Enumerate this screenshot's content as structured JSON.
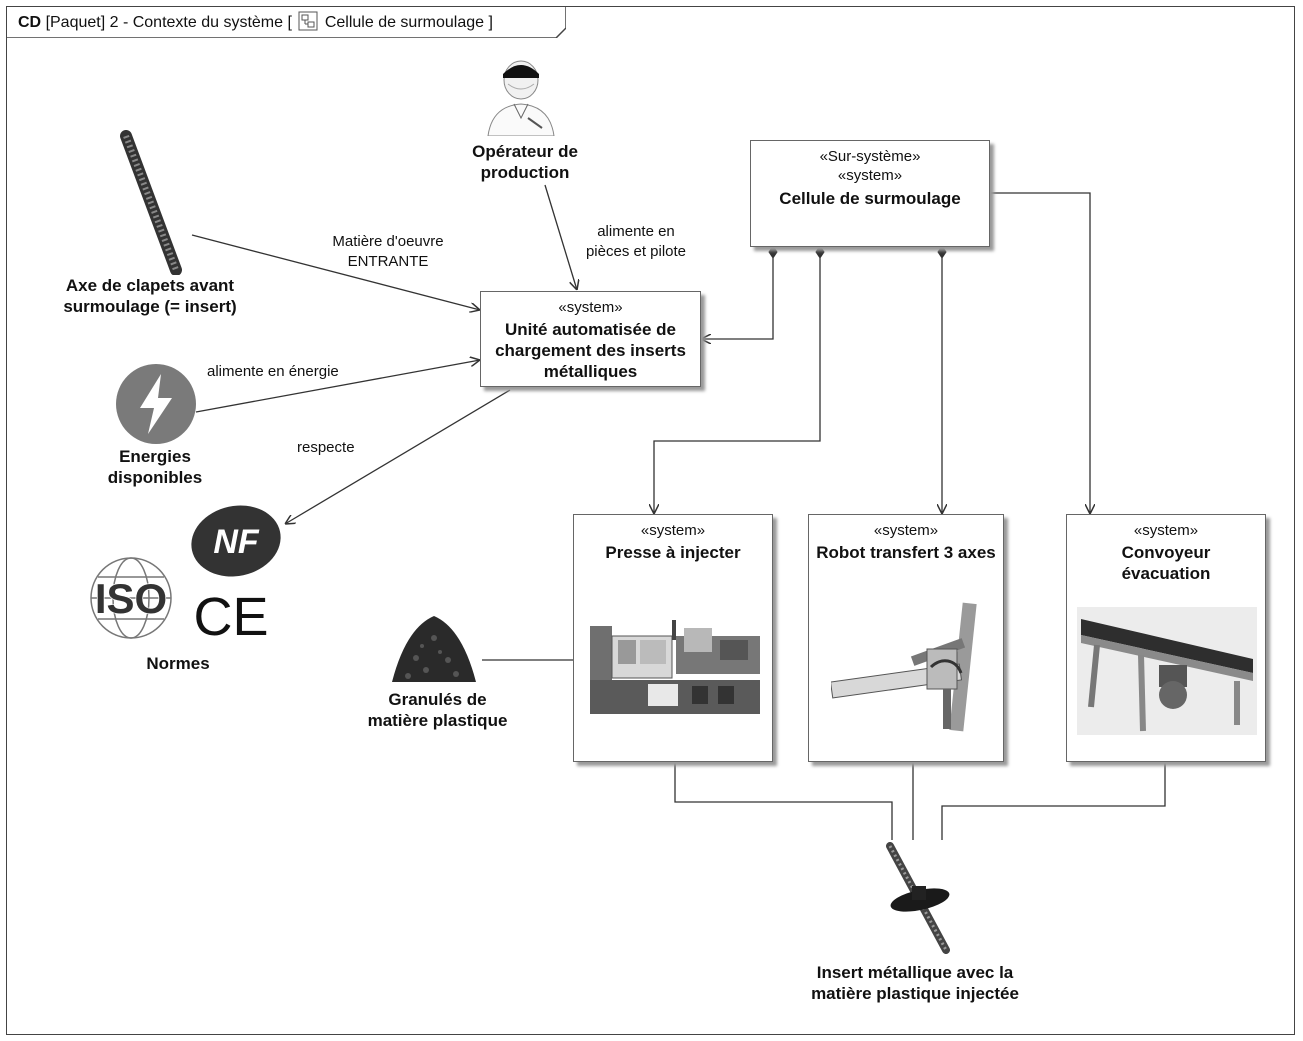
{
  "header": {
    "kind": "CD",
    "package": "[Paquet] 2 - Contexte du système [",
    "block": "Cellule de surmoulage",
    "close": "]"
  },
  "blocks": {
    "cellule": {
      "stereo1": "«Sur-système»",
      "stereo2": "«system»",
      "name": "Cellule de surmoulage"
    },
    "unite": {
      "stereo": "«system»",
      "name": "Unité automatisée de chargement des inserts métalliques"
    },
    "presse": {
      "stereo": "«system»",
      "name": "Presse à injecter"
    },
    "robot": {
      "stereo": "«system»",
      "name": "Robot transfert 3 axes"
    },
    "convoyeur": {
      "stereo": "«system»",
      "name": "Convoyeur évacuation"
    }
  },
  "actors": {
    "operateur": [
      "Opérateur de",
      "production"
    ],
    "axe": [
      "Axe de clapets avant",
      "surmoulage (= insert)"
    ],
    "energies": [
      "Energies",
      "disponibles"
    ],
    "normes": "Normes",
    "granules": [
      "Granulés de",
      "matière plastique"
    ],
    "insert": [
      "Insert métallique avec la",
      "matière plastique injectée"
    ]
  },
  "logos": {
    "nf": "NF",
    "iso": "ISO",
    "ce": "CE"
  },
  "labels": {
    "matiere": [
      "Matière d'oeuvre",
      "ENTRANTE"
    ],
    "alimente_pieces": [
      "alimente en",
      "pièces et pilote"
    ],
    "alimente_energie": "alimente en énergie",
    "respecte": "respecte"
  }
}
